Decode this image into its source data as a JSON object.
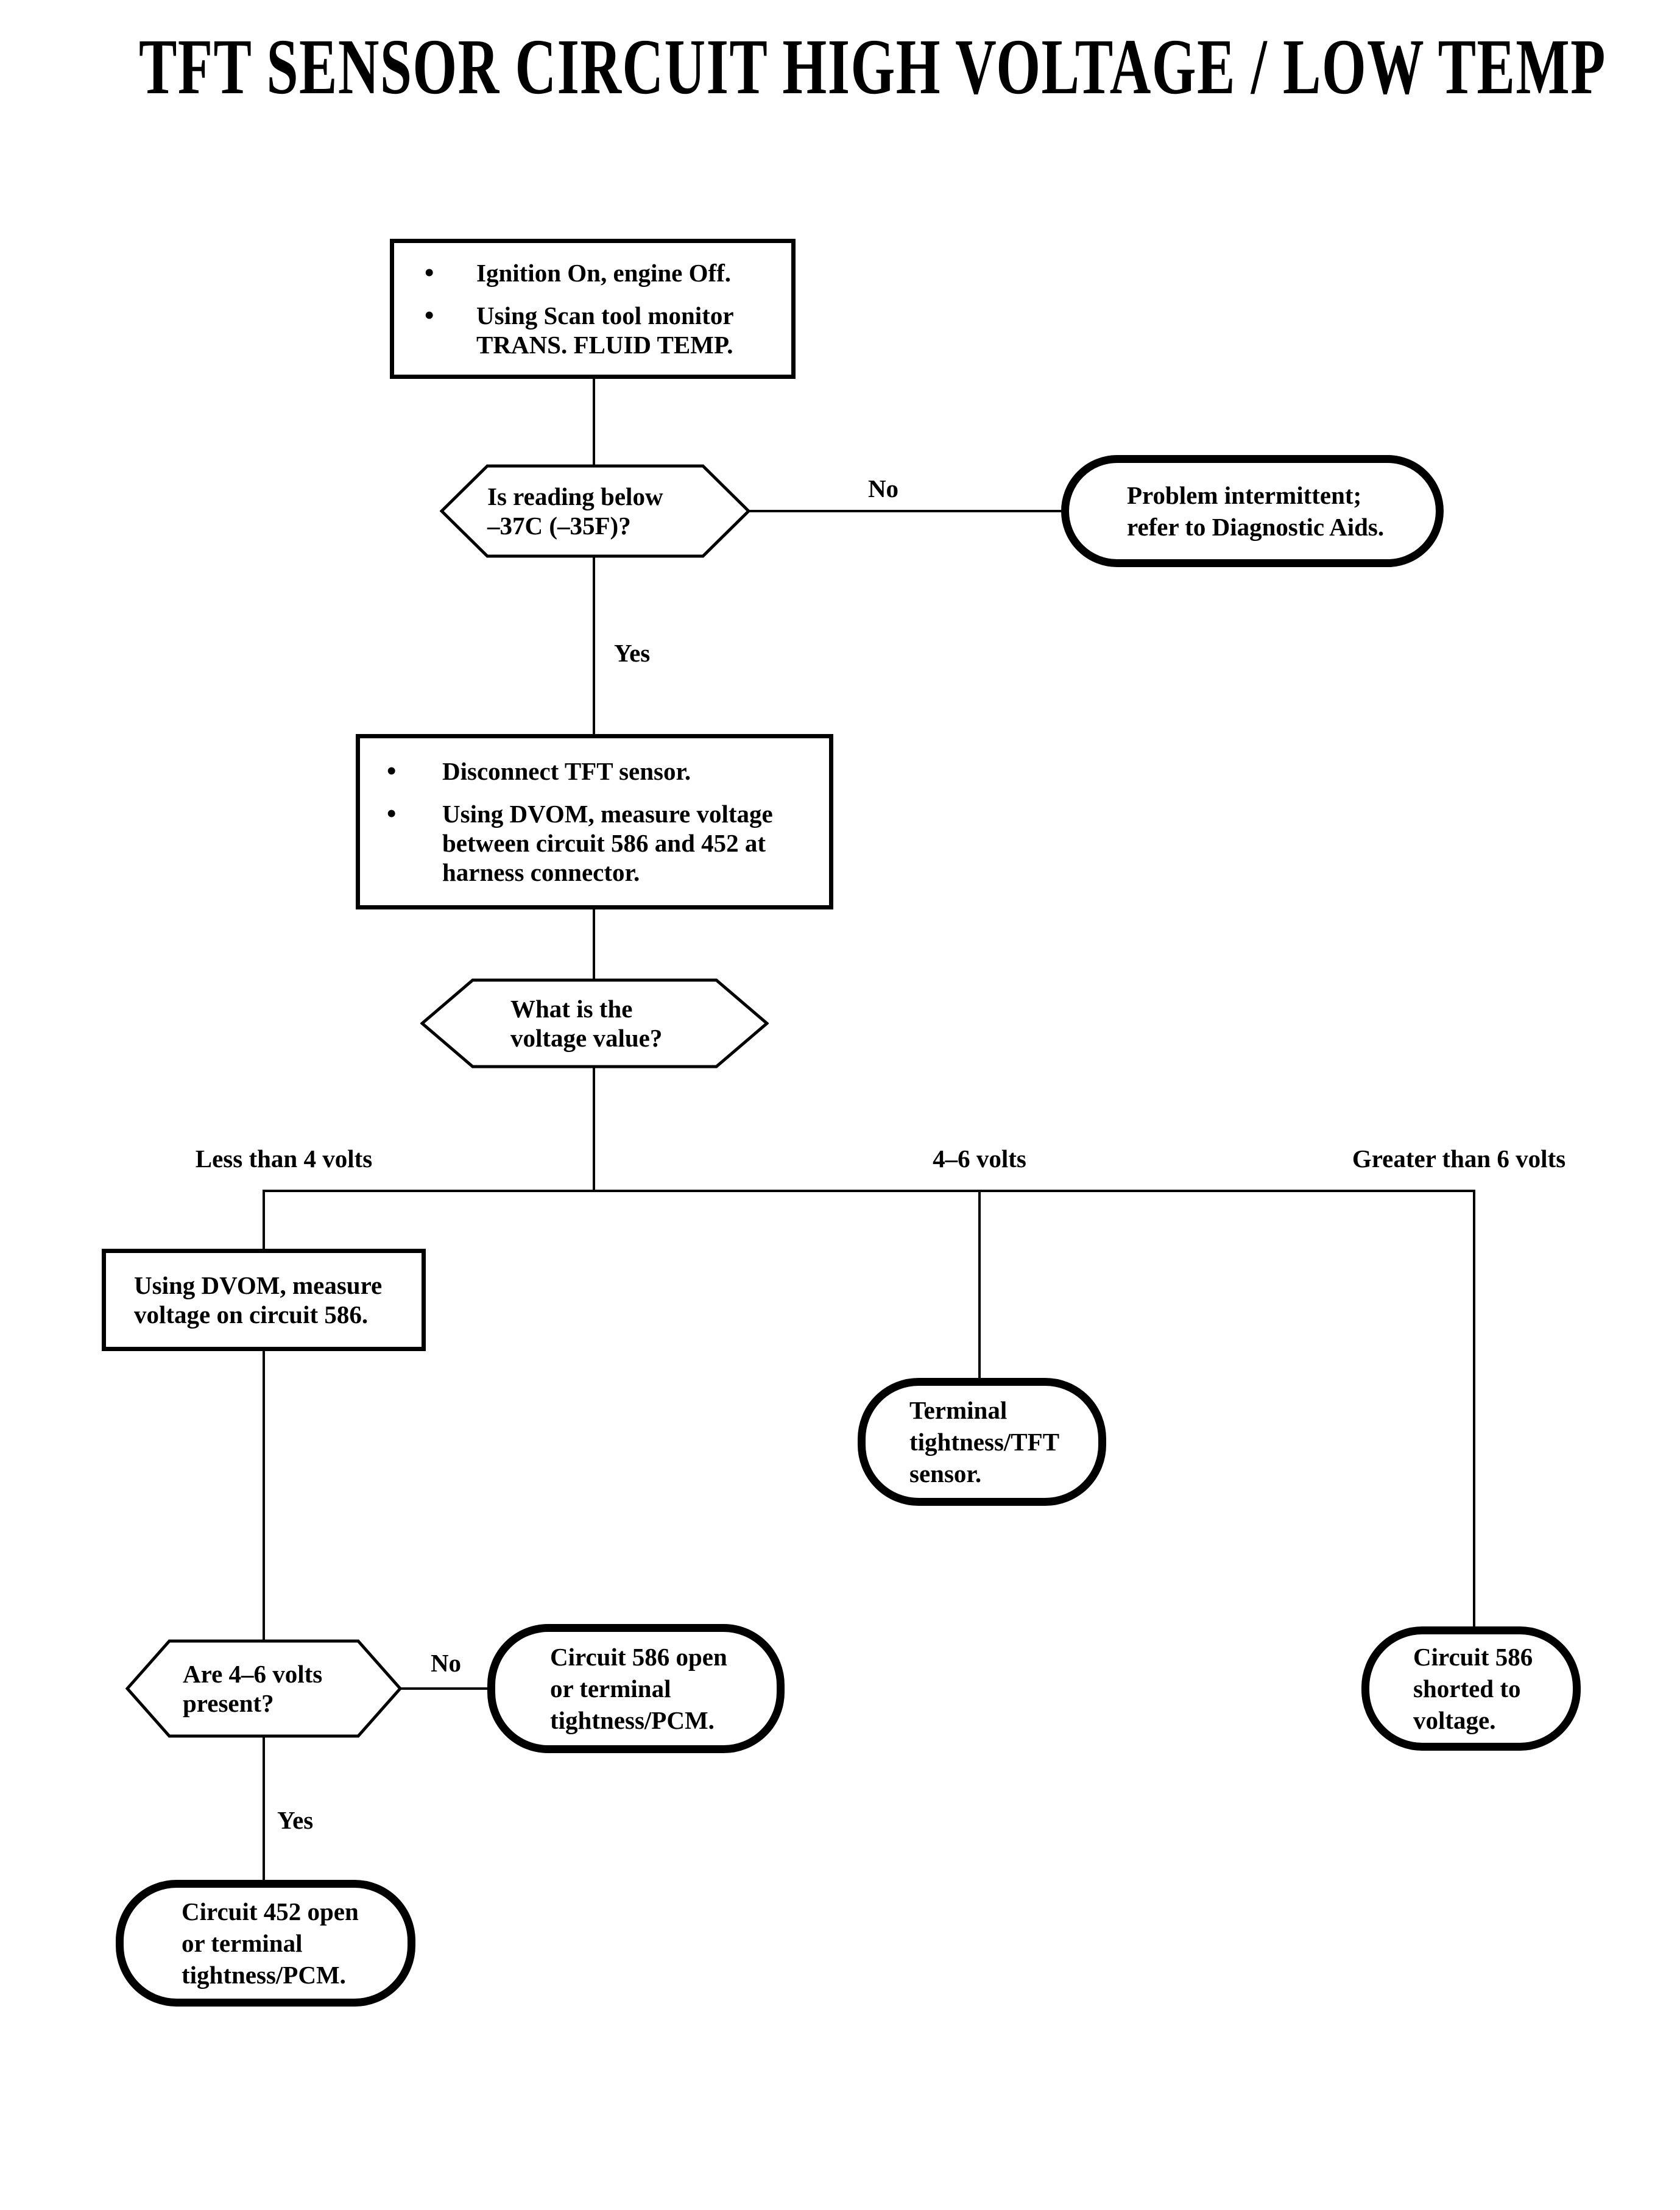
{
  "title": "TFT SENSOR CIRCUIT HIGH VOLTAGE / LOW TEMP",
  "bullet": "•",
  "nodes": {
    "start": {
      "bullets": [
        {
          "lines": [
            "Ignition On, engine Off."
          ]
        },
        {
          "lines": [
            "Using Scan tool monitor",
            "TRANS. FLUID TEMP."
          ]
        }
      ]
    },
    "reading_below": {
      "lines": [
        "Is reading below",
        "–37C (–35F)?"
      ]
    },
    "problem_intermittent": {
      "lines": [
        "Problem intermittent;",
        "refer to Diagnostic Aids."
      ]
    },
    "disconnect_measure": {
      "bullets": [
        {
          "lines": [
            "Disconnect TFT sensor."
          ]
        },
        {
          "lines": [
            "Using DVOM, measure voltage",
            "between circuit 586 and 452 at",
            "harness connector."
          ]
        }
      ]
    },
    "voltage_value": {
      "lines": [
        "What is the",
        "voltage value?"
      ]
    },
    "measure_586": {
      "lines": [
        "Using DVOM, measure",
        "voltage on circuit 586."
      ]
    },
    "terminal_tightness_tft": {
      "lines": [
        "Terminal",
        "tightness/TFT",
        "sensor."
      ]
    },
    "are_46_present": {
      "lines": [
        "Are 4–6 volts",
        "present?"
      ]
    },
    "c586_open": {
      "lines": [
        "Circuit 586 open",
        "or terminal",
        "tightness/PCM."
      ]
    },
    "c452_open": {
      "lines": [
        "Circuit 452 open",
        "or terminal",
        "tightness/PCM."
      ]
    },
    "c586_shorted": {
      "lines": [
        "Circuit 586",
        "shorted to",
        "voltage."
      ]
    }
  },
  "edge_labels": {
    "no1": "No",
    "yes1": "Yes",
    "less_than_4": "Less than 4 volts",
    "volts_4_6": "4–6 volts",
    "greater_than_6": "Greater than 6 volts",
    "no2": "No",
    "yes2": "Yes"
  },
  "colors": {
    "ink": "#000000",
    "paper": "#ffffff"
  }
}
